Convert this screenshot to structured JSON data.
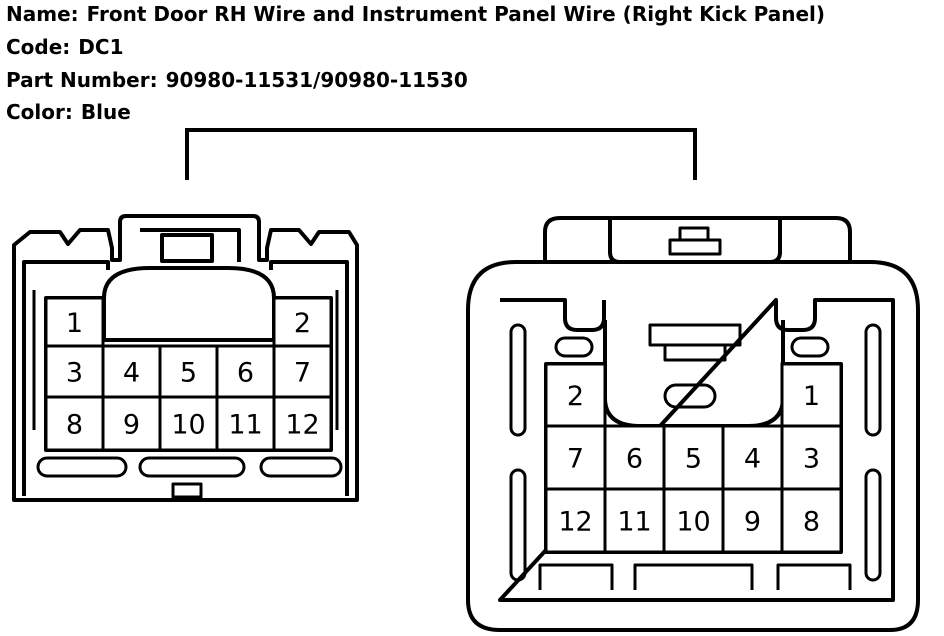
{
  "header": {
    "name_label": "Name:",
    "name_value": "Front Door RH Wire and Instrument Panel Wire (Right Kick Panel)",
    "code_label": "Code:",
    "code_value": "DC1",
    "part_label": "Part Number:",
    "part_value": "90980-11531/90980-11530",
    "color_label": "Color:",
    "color_value": "Blue"
  },
  "connectors": {
    "left": {
      "rows": [
        [
          "1",
          "",
          "",
          "",
          "2"
        ],
        [
          "3",
          "4",
          "5",
          "6",
          "7"
        ],
        [
          "8",
          "9",
          "10",
          "11",
          "12"
        ]
      ]
    },
    "right": {
      "rows": [
        [
          "2",
          "",
          "",
          "",
          "1"
        ],
        [
          "7",
          "6",
          "5",
          "4",
          "3"
        ],
        [
          "12",
          "11",
          "10",
          "9",
          "8"
        ]
      ]
    }
  },
  "colors": {
    "line": "#000000",
    "background": "#ffffff"
  }
}
